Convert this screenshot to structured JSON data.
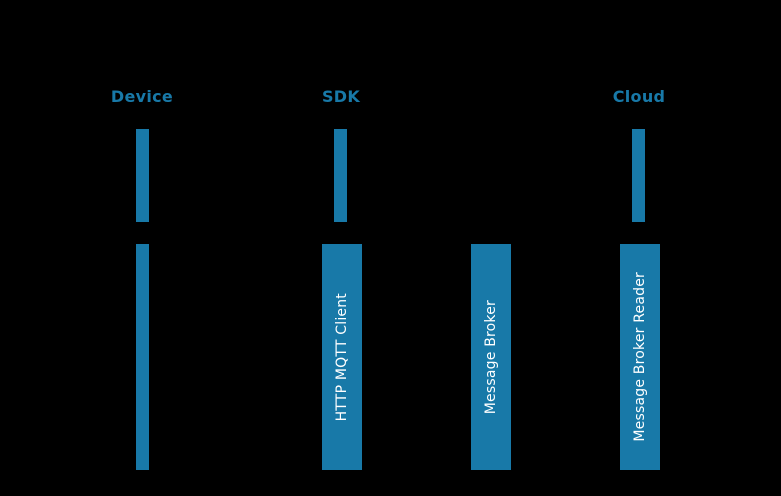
{
  "diagram": {
    "colors": {
      "background": "#000000",
      "accent": "#1879A8",
      "bar_label": "#FFFFFF"
    },
    "participants": [
      {
        "key": "device",
        "label": "Device"
      },
      {
        "key": "sdk",
        "label": "SDK"
      },
      {
        "key": "cloud",
        "label": "Cloud"
      }
    ],
    "activations": [
      {
        "key": "sdk_component",
        "label": "HTTP MQTT Client"
      },
      {
        "key": "message_broker",
        "label": "Message Broker"
      },
      {
        "key": "message_broker_reader",
        "label": "Message Broker Reader"
      }
    ]
  }
}
